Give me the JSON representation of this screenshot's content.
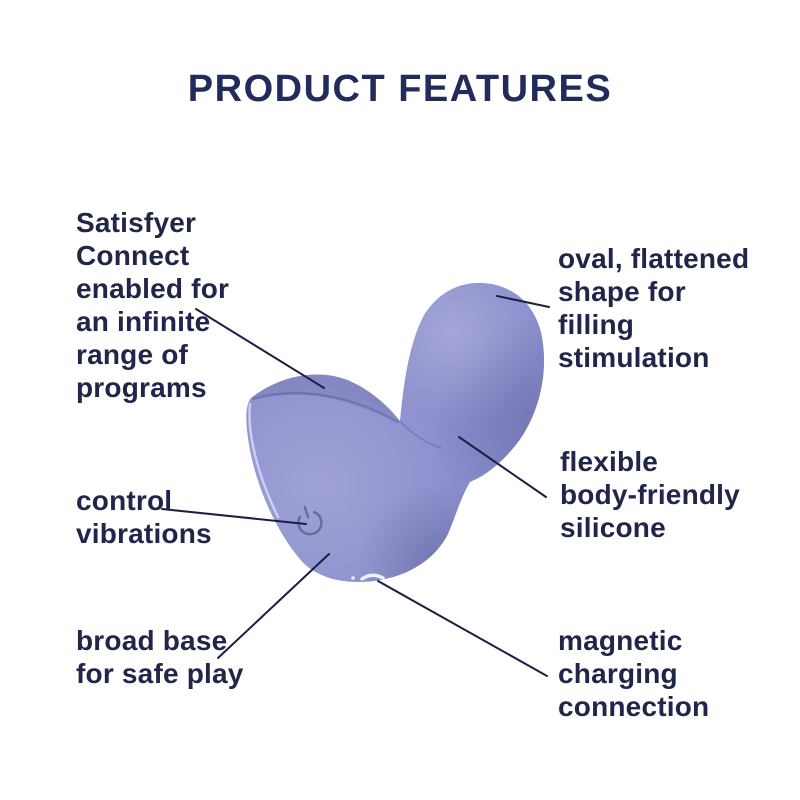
{
  "title": "PRODUCT FEATURES",
  "colors": {
    "background": "#ffffff",
    "title_text": "#222c5c",
    "label_text": "#20254a",
    "callout_line": "#1b2040",
    "product_body": "#8b8ecd",
    "product_highlight": "#9da0da",
    "product_shadow": "#7174a9",
    "charging_contact": "#eef0fa"
  },
  "icons": [
    {
      "name": "power-icon",
      "glyph": "⏻"
    },
    {
      "name": "charging-contact-icon",
      "glyph": "◡"
    }
  ],
  "labels": [
    {
      "id": "satisfyer-connect",
      "text": "Satisfyer\nConnect\nenabled for\nan infinite\nrange of\nprograms"
    },
    {
      "id": "oval-shape",
      "text": "oval, flattened\nshape for\nfilling\nstimulation"
    },
    {
      "id": "control-vibrations",
      "text": "control\nvibrations"
    },
    {
      "id": "flexible-silicone",
      "text": "flexible\nbody-friendly\nsilicone"
    },
    {
      "id": "broad-base",
      "text": "broad base\nfor safe play"
    },
    {
      "id": "magnetic-charging",
      "text": "magnetic\ncharging\nconnection"
    }
  ]
}
